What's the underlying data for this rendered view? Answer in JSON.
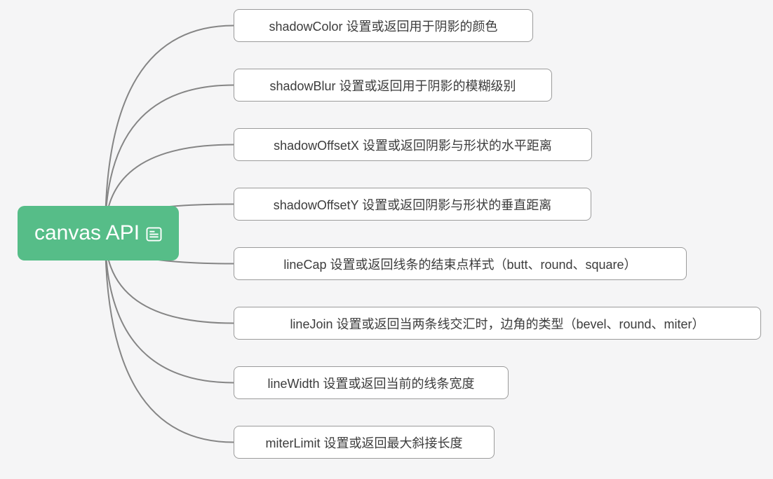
{
  "colors": {
    "background": "#f5f5f6",
    "root_fill": "#56bd88",
    "root_text": "#ffffff",
    "topic_fill": "#ffffff",
    "topic_border": "#9b9b9b",
    "topic_text": "#3c3c3c",
    "connector": "#858585"
  },
  "map": {
    "root": {
      "label": "canvas API",
      "note_icon": "notes-icon"
    },
    "children": [
      {
        "label": "shadowColor 设置或返回用于阴影的颜色"
      },
      {
        "label": "shadowBlur 设置或返回用于阴影的模糊级别"
      },
      {
        "label": "shadowOffsetX 设置或返回阴影与形状的水平距离"
      },
      {
        "label": "shadowOffsetY 设置或返回阴影与形状的垂直距离"
      },
      {
        "label": "lineCap 设置或返回线条的结束点样式（butt、round、square）"
      },
      {
        "label": "lineJoin 设置或返回当两条线交汇时，边角的类型（bevel、round、miter）"
      },
      {
        "label": "lineWidth 设置或返回当前的线条宽度"
      },
      {
        "label": "miterLimit 设置或返回最大斜接长度"
      }
    ]
  }
}
